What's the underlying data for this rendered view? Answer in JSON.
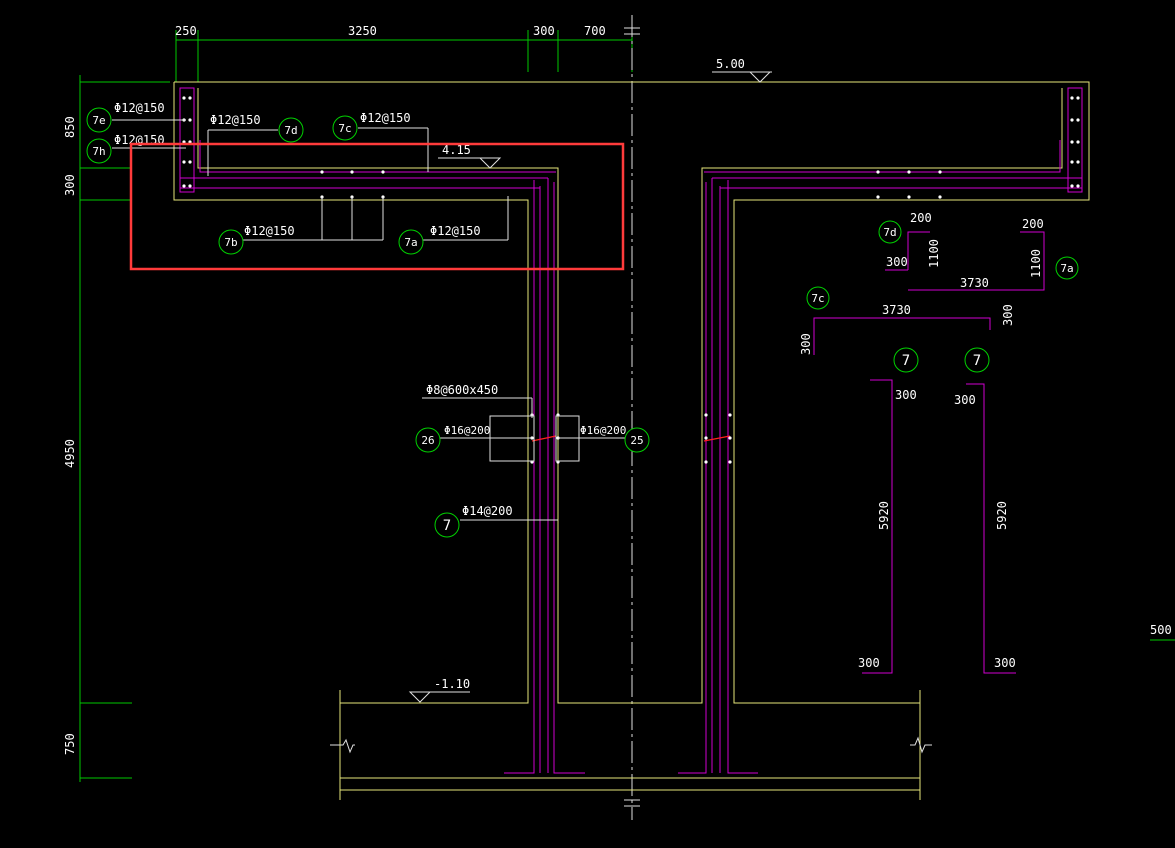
{
  "top_dims": [
    "250",
    "3250",
    "300",
    "700"
  ],
  "left_dims": [
    "850",
    "300",
    "4950",
    "750"
  ],
  "elevations": {
    "top": "5.00",
    "slab": "4.15",
    "bottom": "-1.10"
  },
  "rebar_labels": {
    "phi12_a": "Φ12@150",
    "phi12_b": "Φ12@150",
    "phi12_c": "Φ12@150",
    "phi12_d": "Φ12@150",
    "phi12_e": "Φ12@150",
    "phi12_f": "Φ12@150",
    "phi8": "Φ8@600x450",
    "phi16_l": "Φ16@200",
    "phi16_r": "Φ16@200",
    "phi14": "Φ14@200"
  },
  "tags": {
    "t7e": "7e",
    "t7h": "7h",
    "t7d": "7d",
    "t7c": "7c",
    "t7b": "7b",
    "t7a": "7a",
    "t26": "26",
    "t25": "25",
    "t7": "7",
    "d7d": "7d",
    "d7a": "7a",
    "d7c": "7c",
    "d7_1": "7",
    "d7_2": "7"
  },
  "detail_dims": {
    "d7d_top": "200",
    "d7d_h": "1100",
    "d7d_l": "300",
    "d7a_top": "200",
    "d7a_h": "1100",
    "d7a_len": "3730",
    "d7c_len": "3730",
    "d7c_l": "300",
    "d7c_r": "300",
    "d7_1_top": "300",
    "d7_1_len": "5920",
    "d7_1_bot": "300",
    "d7_2_top": "300",
    "d7_2_len": "5920",
    "d7_2_bot": "300"
  },
  "edge_text": "500",
  "colors": {
    "background": "#000000",
    "dimension": "#00c800",
    "concrete": "#e6e67a",
    "rebar": "#d000d0",
    "highlight": "#ff3b3b"
  }
}
